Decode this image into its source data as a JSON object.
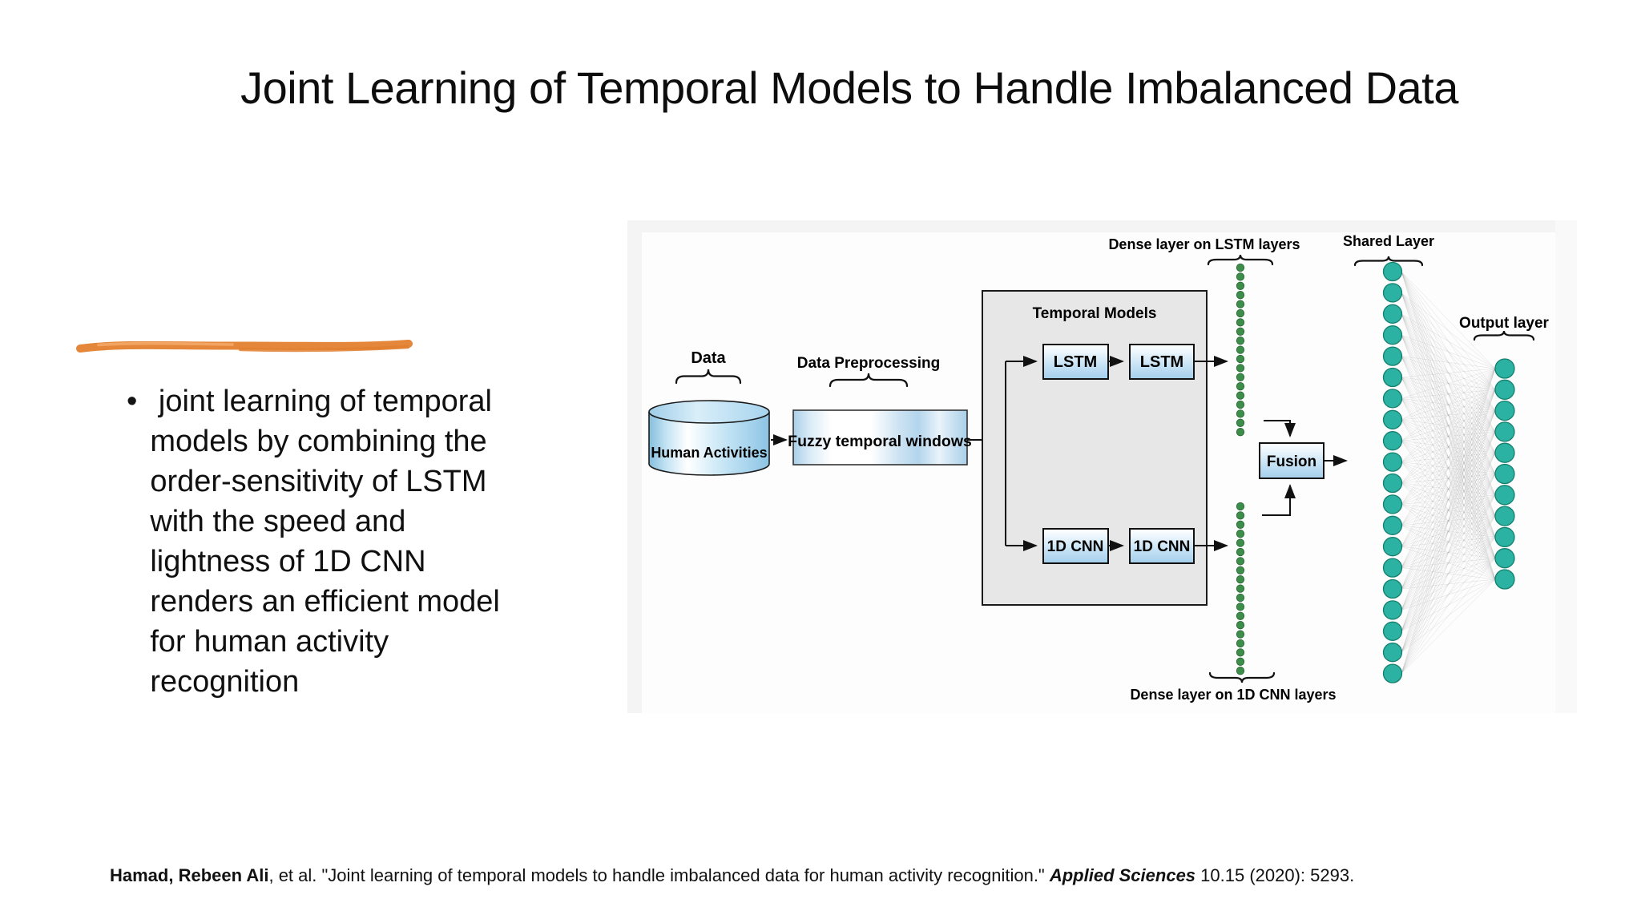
{
  "slide": {
    "title": "Joint Learning of Temporal Models to Handle Imbalanced Data",
    "accent_color": "#e5873b",
    "bullet": {
      "marker": "•",
      "lines": [
        " joint learning of temporal",
        "models by combining the",
        "order-sensitivity of LSTM",
        "with the speed and",
        "lightness of 1D CNN",
        "renders an efficient model",
        "for human activity",
        "recognition"
      ]
    },
    "citation": {
      "authors": "Hamad, Rebeen Ali",
      "middle": ", et al. \"Joint learning of temporal models to handle imbalanced data for human activity recognition.\" ",
      "journal": "Applied Sciences",
      "tail": " 10.15 (2020): 5293."
    }
  },
  "diagram": {
    "labels": {
      "data": "Data",
      "data_preprocessing": "Data Preprocessing",
      "database": "Human Activities",
      "fuzzy": "Fuzzy temporal windows",
      "temporal_models": "Temporal Models",
      "lstm1": "LSTM",
      "lstm2": "LSTM",
      "cnn1": "1D CNN",
      "cnn2": "1D CNN",
      "fusion": "Fusion",
      "dense_lstm": "Dense layer on LSTM layers",
      "dense_cnn": "Dense layer on 1D CNN layers",
      "shared": "Shared Layer",
      "output": "Output layer"
    },
    "network": {
      "dense_dots_per_segment": 19,
      "shared_nodes": 20,
      "output_nodes": 11,
      "dot_color": "#3e8e4b",
      "dot_border": "#2a6a35",
      "node_color": "#2cb2a2",
      "node_border": "#13806f",
      "mesh_color": "#909090"
    }
  }
}
